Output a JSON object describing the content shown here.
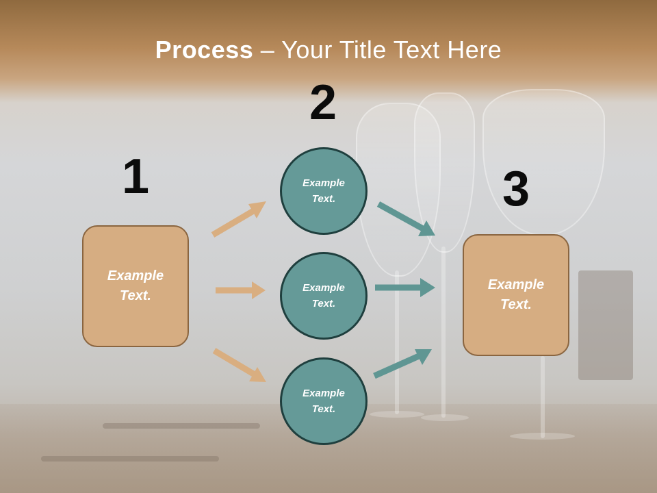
{
  "slide": {
    "title_bold": "Process",
    "title_rest": " – Your Title Text Here",
    "numbers": [
      "1",
      "2",
      "3"
    ],
    "left_box": "Example\nText.",
    "circles": [
      "Example\nText.",
      "Example\nText.",
      "Example\nText."
    ],
    "right_box": "Example\nText."
  },
  "colors": {
    "tan_fill": "#d6ad82",
    "tan_border": "#8a6540",
    "teal_fill": "#659a98",
    "teal_border": "#1f3f3e",
    "tan_arrow": "#d9ae80",
    "teal_arrow": "#5f9693"
  }
}
